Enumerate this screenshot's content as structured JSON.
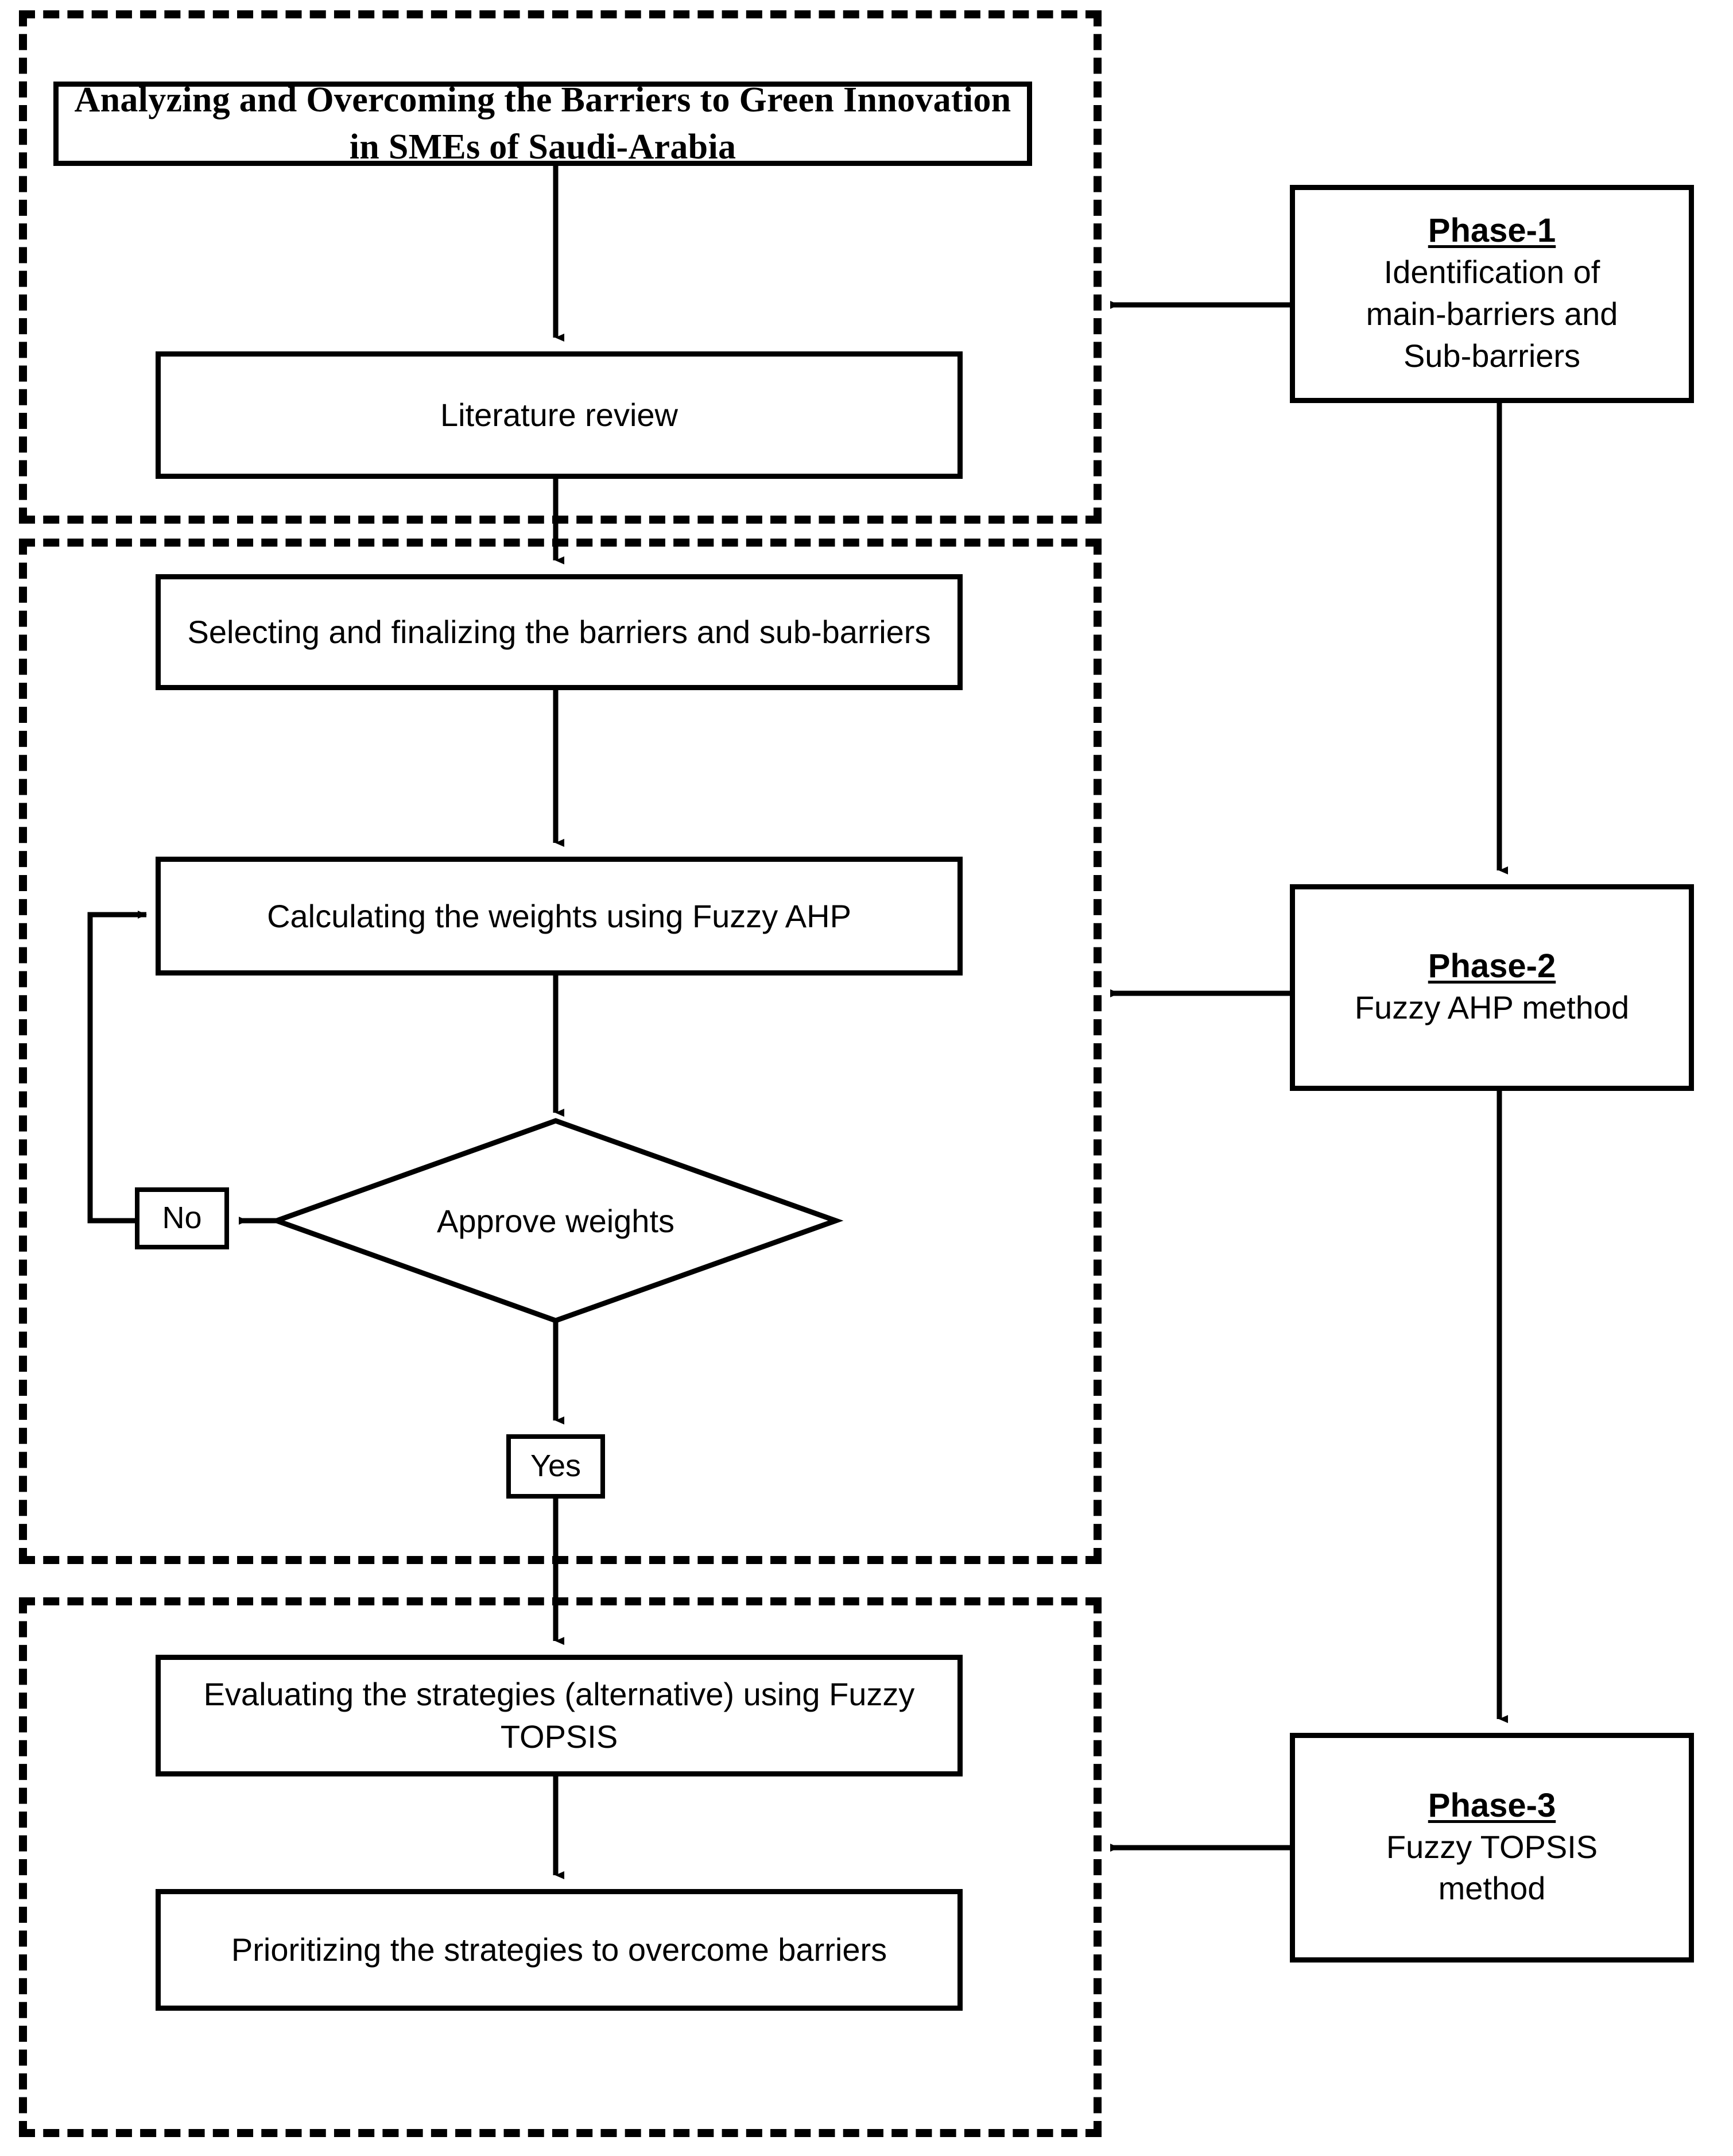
{
  "figure": {
    "kind": "research-framework-flowchart",
    "title_box": {
      "label": "Analyzing and Overcoming the Barriers to Green Innovation in SMEs of Saudi-Arabia"
    },
    "process_boxes": [
      {
        "id": "literature-review",
        "label": "Literature review"
      },
      {
        "id": "select-barriers",
        "label": "Selecting and finalizing the barriers and sub-barriers"
      },
      {
        "id": "calculate-weights",
        "label": "Calculating the weights using Fuzzy AHP"
      },
      {
        "id": "evaluate-strategies",
        "label": "Evaluating the strategies (alternative) using Fuzzy TOPSIS"
      },
      {
        "id": "prioritize-strategies",
        "label": "Prioritizing the strategies to overcome barriers"
      }
    ],
    "decision": {
      "id": "approve-weights",
      "label": "Approve weights",
      "branch_no": "No",
      "branch_yes": "Yes"
    },
    "phases": [
      {
        "id": "phase-1",
        "title": "Phase-1",
        "subtitle": "Identification of\nmain-barriers and\nSub-barriers"
      },
      {
        "id": "phase-2",
        "title": "Phase-2",
        "subtitle": "Fuzzy AHP method"
      },
      {
        "id": "phase-3",
        "title": "Phase-3",
        "subtitle": "Fuzzy TOPSIS\nmethod"
      }
    ],
    "colors": {
      "stroke": "#000000",
      "fill": "#ffffff",
      "text": "#000000"
    }
  }
}
